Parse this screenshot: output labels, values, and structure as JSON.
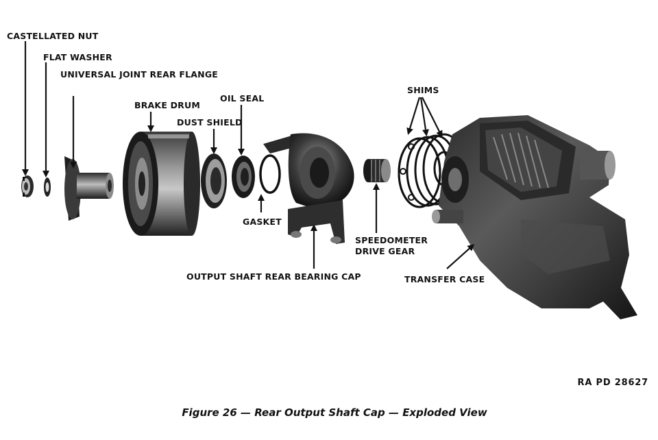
{
  "labels": {
    "castellated_nut": "CASTELLATED NUT",
    "flat_washer": "FLAT WASHER",
    "universal_joint_rear_flange": "UNIVERSAL JOINT REAR FLANGE",
    "brake_drum": "BRAKE DRUM",
    "dust_shield": "DUST SHIELD",
    "oil_seal": "OIL SEAL",
    "gasket": "GASKET",
    "output_shaft_rear_bearing_cap": "OUTPUT SHAFT REAR BEARING CAP",
    "shims": "SHIMS",
    "speedometer_drive_gear_line1": "SPEEDOMETER",
    "speedometer_drive_gear_line2": "DRIVE GEAR",
    "transfer_case": "TRANSFER CASE"
  },
  "plate_code": "RA PD 28627",
  "caption": "Figure 26 — Rear Output Shaft Cap — Exploded View",
  "colors": {
    "ink": "#111111",
    "metal_dark": "#1c1c1c",
    "metal_mid": "#6a6a6a",
    "metal_light": "#b4b4b4"
  }
}
